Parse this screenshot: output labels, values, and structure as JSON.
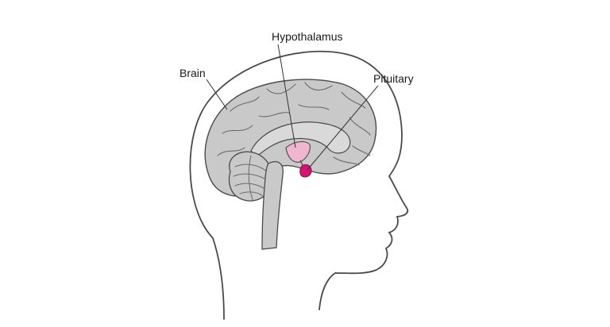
{
  "labels": {
    "brain": "Brain",
    "hypothalamus": "Hypothalamus",
    "pituitary": "Pituitary"
  },
  "colors": {
    "background": "#ffffff",
    "outline": "#4a4a4a",
    "brain_fill": "#c9c9c9",
    "hypothalamus_fill": "#f1b6cf",
    "pituitary_fill": "#d0166f"
  }
}
